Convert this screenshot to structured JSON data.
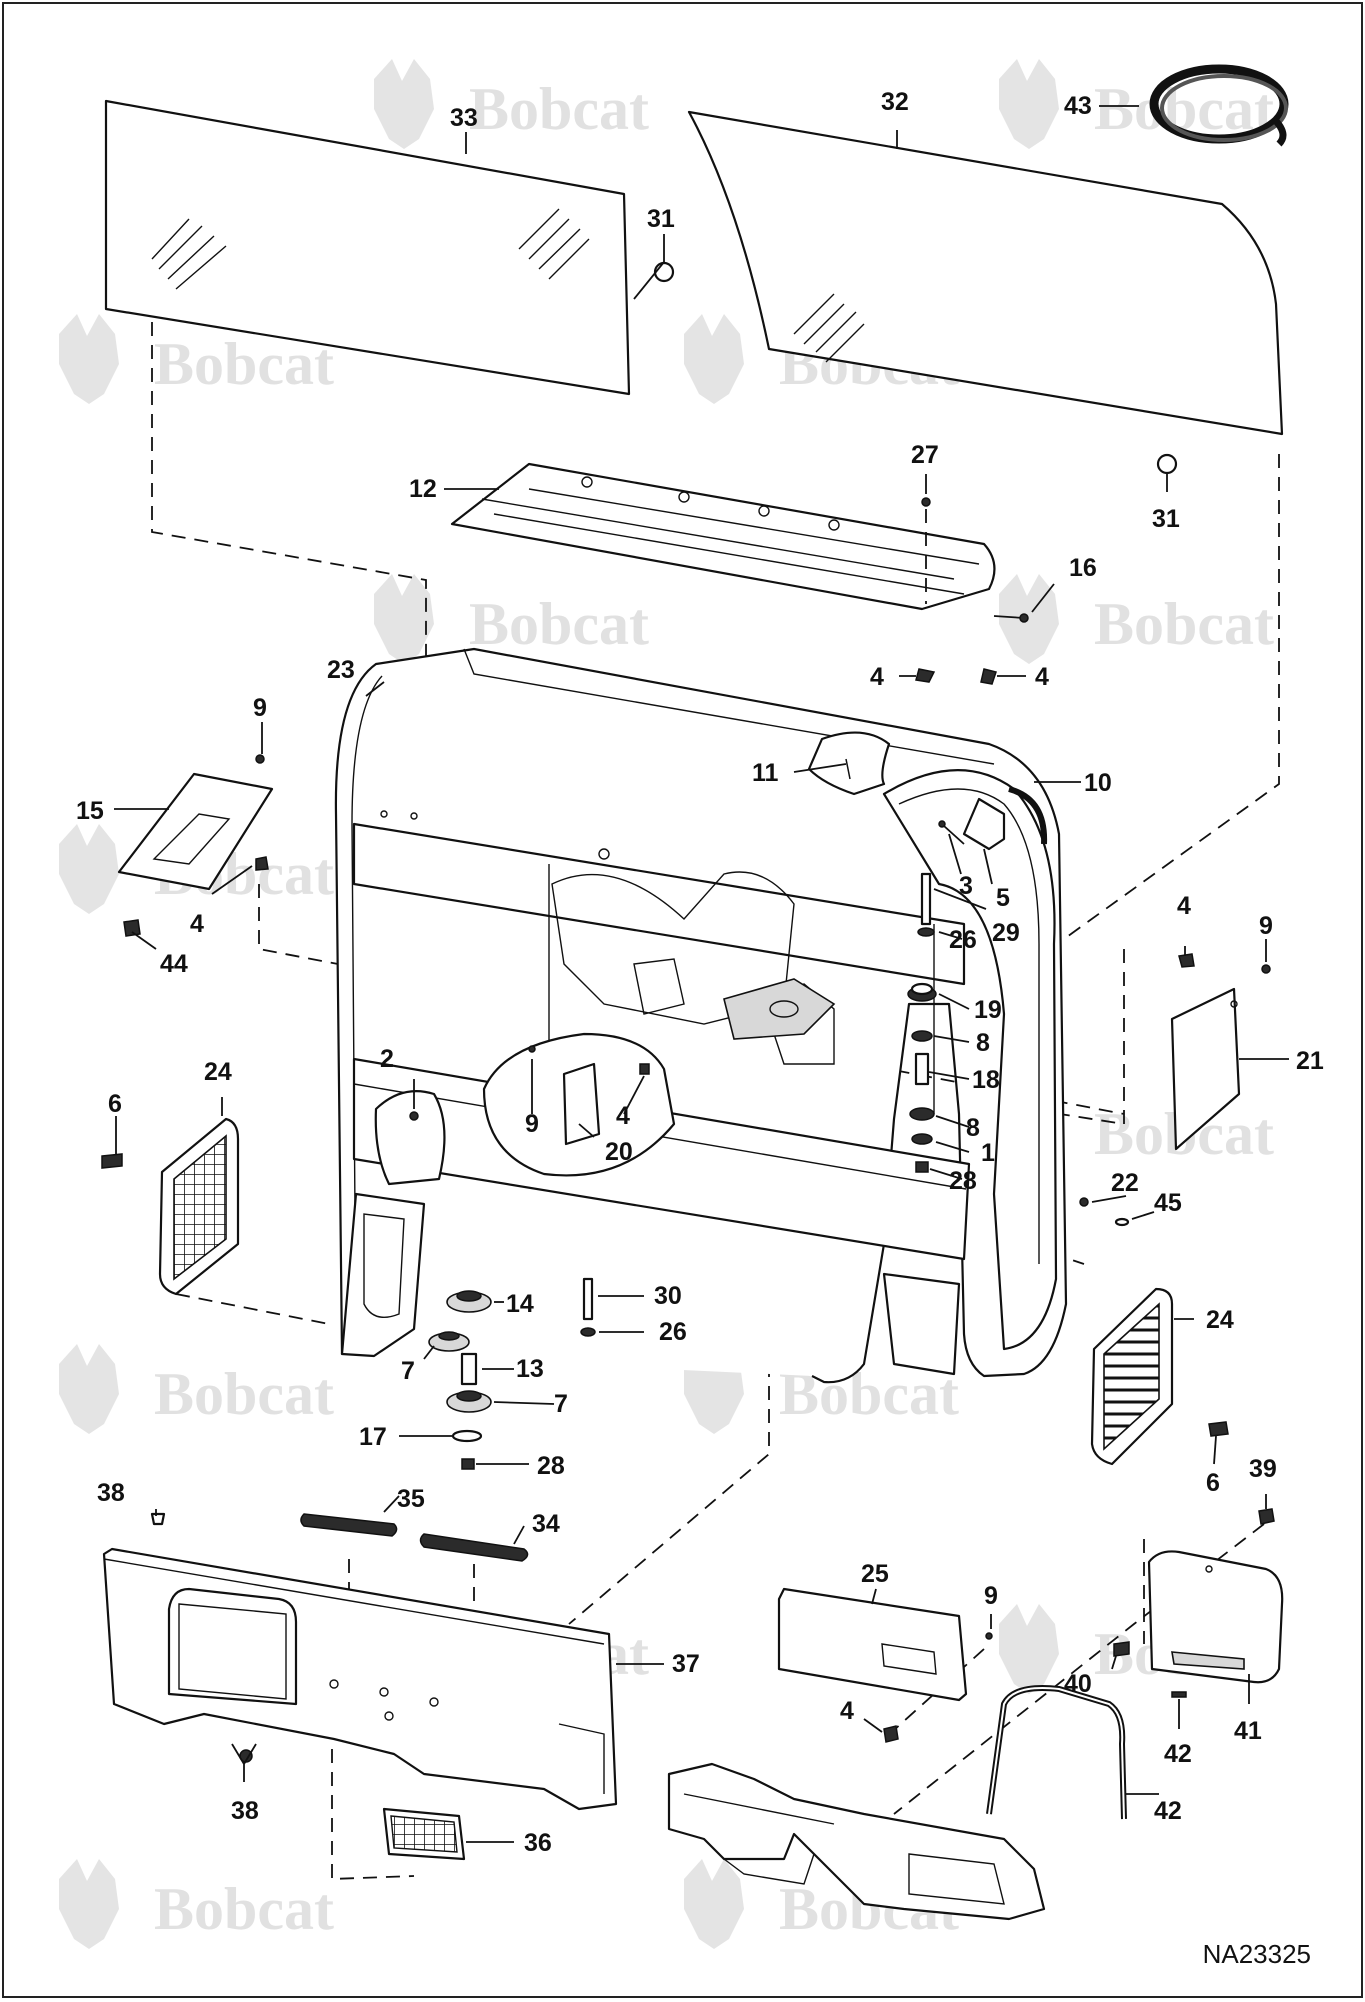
{
  "watermark": {
    "brand": "Bobcat"
  },
  "drawing_number": "NA23325",
  "callouts": {
    "c33": "33",
    "c32": "32",
    "c43": "43",
    "c31a": "31",
    "c31b": "31",
    "c27": "27",
    "c12": "12",
    "c16": "16",
    "c4a": "4",
    "c4b": "4",
    "c23": "23",
    "c9a": "9",
    "c11": "11",
    "c10": "10",
    "c15": "15",
    "c4c": "4",
    "c44": "44",
    "c3": "3",
    "c5": "5",
    "c29": "29",
    "c26a": "26",
    "c4d": "4",
    "c9b": "9",
    "c21": "21",
    "c19": "19",
    "c8a": "8",
    "c18": "18",
    "c8b": "8",
    "c1": "1",
    "c28a": "28",
    "c2": "2",
    "c9c": "9",
    "c4e": "4",
    "c20": "20",
    "c24a": "24",
    "c6a": "6",
    "c22": "22",
    "c45": "45",
    "c14": "14",
    "c30": "30",
    "c26b": "26",
    "c7a": "7",
    "c13": "13",
    "c7b": "7",
    "c17": "17",
    "c28b": "28",
    "c24b": "24",
    "c6b": "6",
    "c39": "39",
    "c38a": "38",
    "c35": "35",
    "c34": "34",
    "c37": "37",
    "c38b": "38",
    "c36": "36",
    "c25": "25",
    "c9d": "9",
    "c4f": "4",
    "c40": "40",
    "c41": "41",
    "c42a": "42",
    "c42b": "42"
  }
}
